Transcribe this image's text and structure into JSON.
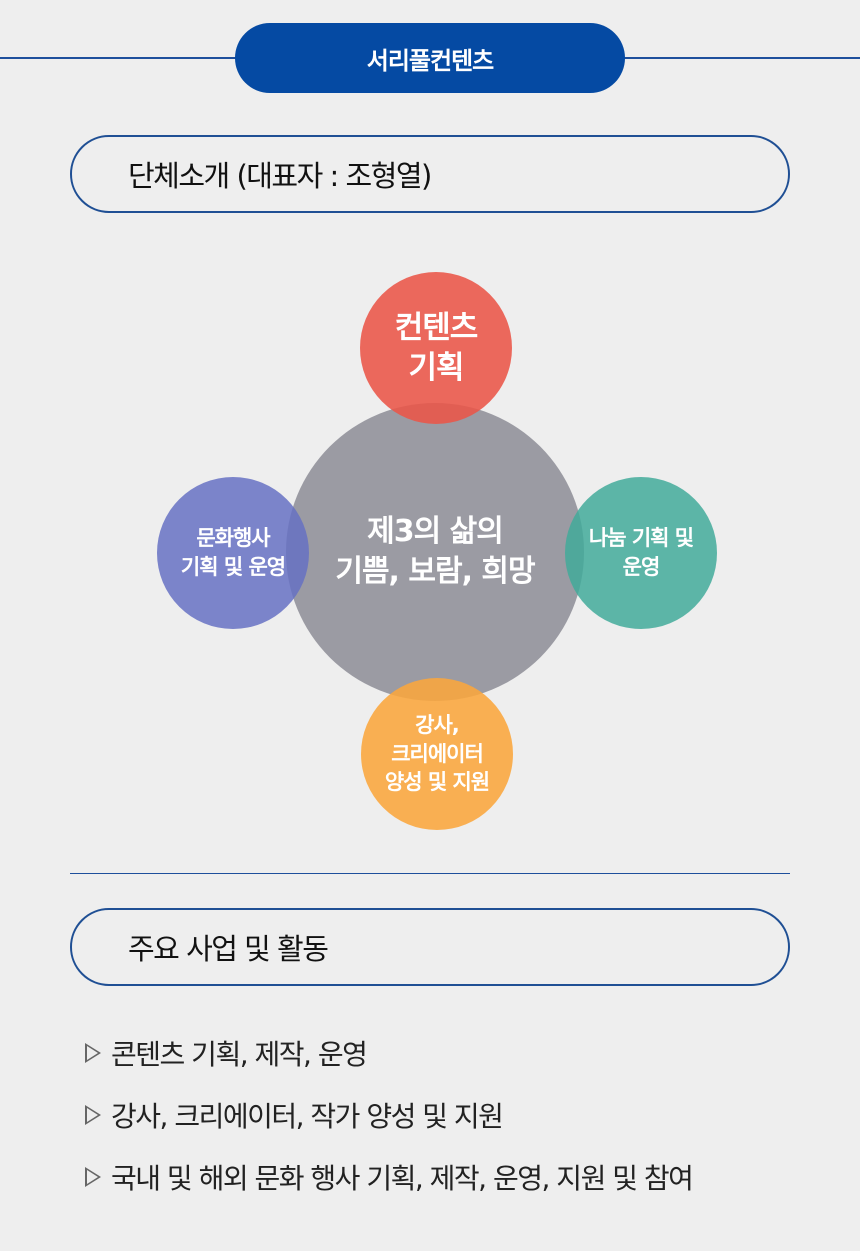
{
  "header": {
    "title": "서리풀컨텐츠"
  },
  "sections": {
    "intro": {
      "title": "단체소개 (대표자 : 조형열)"
    },
    "activities": {
      "title": "주요 사업 및 활동"
    }
  },
  "diagram": {
    "center": "제3의 삶의\n기쁨, 보람, 희망",
    "top": "컨텐츠\n기획",
    "left": "문화행사\n기획 및 운영",
    "right": "나눔 기획 및\n운영",
    "bottom": "강사,\n크리에이터\n양성 및 지원",
    "colors": {
      "top": "#ea5548",
      "left": "#6671c3",
      "right": "#42aa9a",
      "bottom": "#faa63c",
      "center": "#96969e"
    }
  },
  "activities": [
    "콘텐츠 기획, 제작, 운영",
    "강사, 크리에이터, 작가 양성 및 지원",
    "국내 및 해외 문화 행사 기획, 제작, 운영, 지원 및 참여"
  ],
  "colors": {
    "accent": "#054aa3",
    "background": "#eeeeee"
  }
}
